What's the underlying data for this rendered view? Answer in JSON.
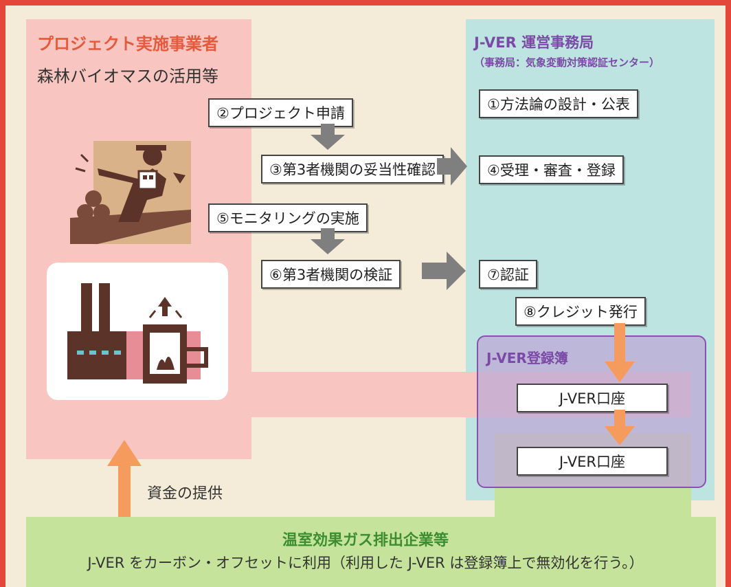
{
  "left_panel": {
    "title": "プロジェクト実施事業者",
    "subtitle": "森林バイオマスの活用等"
  },
  "right_panel": {
    "title": "J-VER 運営事務局",
    "subtitle": "（事務局：気象変動対策認証センター）"
  },
  "steps": {
    "s1": "①方法論の設計・公表",
    "s2": "②プロジェクト申請",
    "s3": "③第3者機関の妥当性確認",
    "s4": "④受理・審査・登録",
    "s5": "⑤モニタリングの実施",
    "s6": "⑥第3者機関の検証",
    "s7": "⑦認証",
    "s8": "⑧クレジット発行"
  },
  "registry": {
    "title": "J-VER登録簿",
    "account1": "J-VER口座",
    "account2": "J-VER口座"
  },
  "funding_label": "資金の提供",
  "bottom": {
    "title": "温室効果ガス排出企業等",
    "text": "J-VER をカーボン・オフセットに利用（利用した J-VER は登録簿上で無効化を行う。）"
  },
  "colors": {
    "frame": "#e4473a",
    "left_panel": "#f8c5c0",
    "right_panel": "#bde4e0",
    "registry": "#8b4fb0",
    "bottom_panel": "#c5e39a",
    "arrow_orange": "#f59b5e",
    "arrow_gray": "#7f7f7f"
  },
  "icons": [
    "chainsaw-worker-icon",
    "factory-boiler-icon"
  ]
}
